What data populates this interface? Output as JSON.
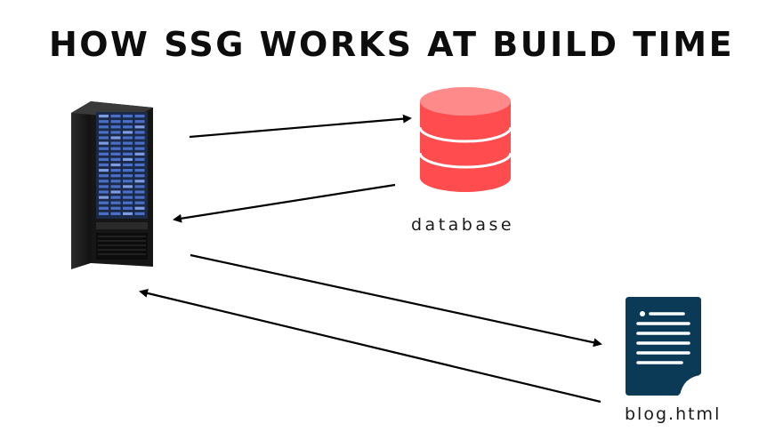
{
  "title": "HOW SSG WORKS AT BUILD TIME",
  "nodes": {
    "server": {
      "icon": "server-rack-icon"
    },
    "database": {
      "label": "database",
      "icon": "database-icon",
      "color": "#ff4d4f"
    },
    "file": {
      "label": "blog.html",
      "icon": "document-icon",
      "color": "#0b3a57"
    }
  },
  "edges": [
    {
      "from": "server",
      "to": "database"
    },
    {
      "from": "database",
      "to": "server"
    },
    {
      "from": "server",
      "to": "file"
    },
    {
      "from": "file",
      "to": "server"
    }
  ]
}
